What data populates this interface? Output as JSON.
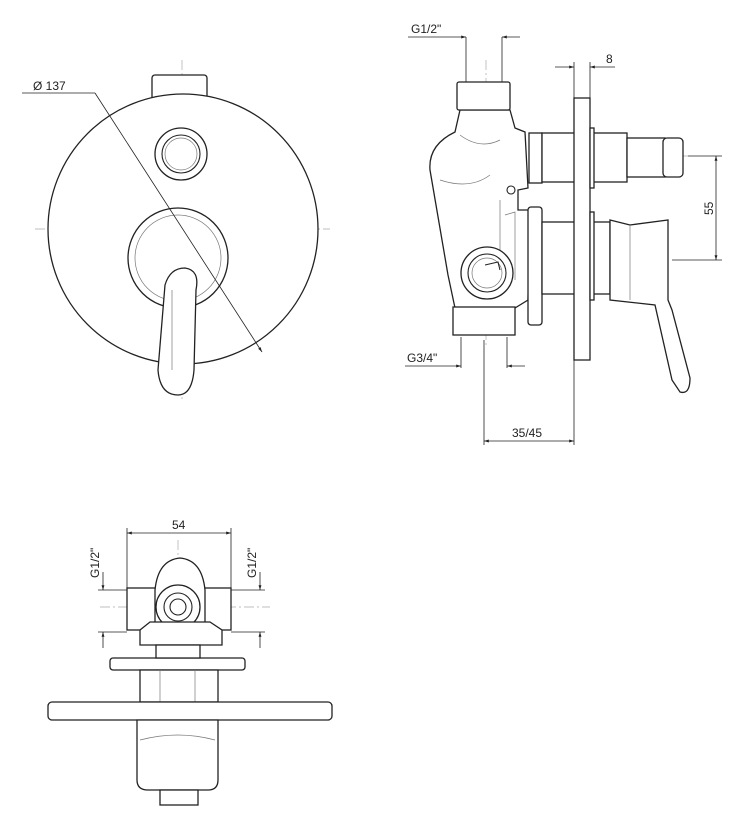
{
  "front_view": {
    "diameter_label": "Ø 137"
  },
  "side_view": {
    "inlet_top_label": "G1/2\"",
    "plate_thickness_label": "8",
    "axis_distance_label": "55",
    "outlet_bottom_label": "G3/4\"",
    "depth_label": "35/45"
  },
  "top_view": {
    "width_label": "54",
    "inlet_left_label": "G1/2\"",
    "inlet_right_label": "G1/2\""
  }
}
